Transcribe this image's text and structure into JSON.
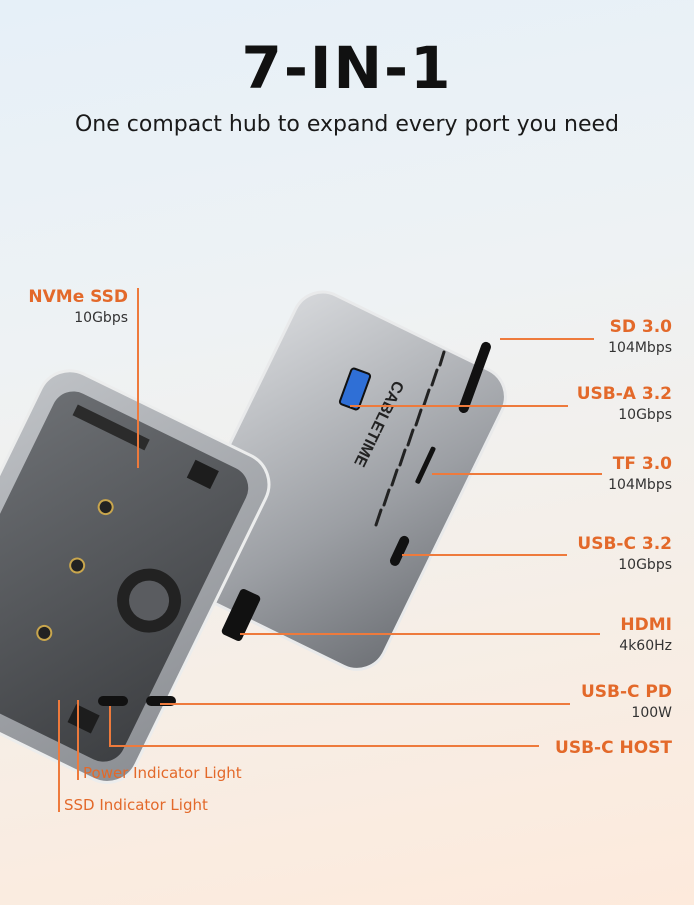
{
  "header": {
    "title": "7-IN-1",
    "subtitle": "One compact hub to expand every port you need"
  },
  "brand": "CABLETIME",
  "accent_color": "#e3692a",
  "left_label": {
    "name": "NVMe SSD",
    "spec": "10Gbps"
  },
  "ports": [
    {
      "name": "SD 3.0",
      "spec": "104Mbps"
    },
    {
      "name": "USB-A 3.2",
      "spec": "10Gbps"
    },
    {
      "name": "TF 3.0",
      "spec": "104Mbps"
    },
    {
      "name": "USB-C 3.2",
      "spec": "10Gbps"
    },
    {
      "name": "HDMI",
      "spec": "4k60Hz"
    },
    {
      "name": "USB-C PD",
      "spec": "100W"
    },
    {
      "name": "USB-C HOST",
      "spec": ""
    }
  ],
  "indicators": [
    {
      "name": "Power Indicator Light"
    },
    {
      "name": "SSD Indicator Light"
    }
  ]
}
